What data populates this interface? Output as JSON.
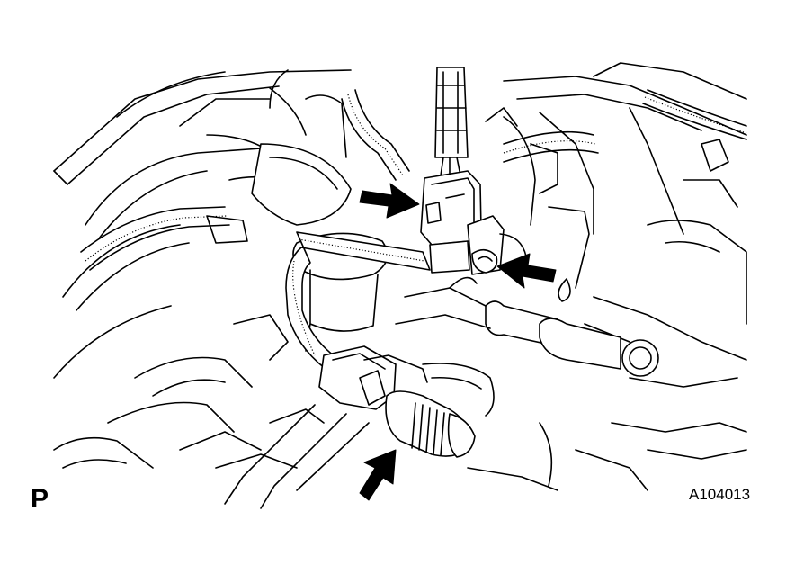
{
  "figure": {
    "corner_letter": "P",
    "code": "A104013"
  },
  "colors": {
    "line": "#000000",
    "background": "#ffffff"
  },
  "callouts": [
    {
      "name": "arrow-connector",
      "target": "harness-connector"
    },
    {
      "name": "arrow-clamp",
      "target": "harness-clamp"
    },
    {
      "name": "arrow-sensor",
      "target": "sensor-connector"
    }
  ]
}
